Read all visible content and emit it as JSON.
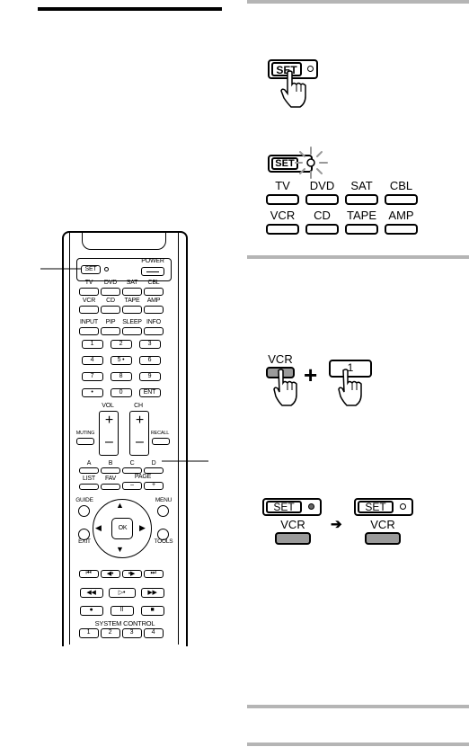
{
  "remote": {
    "set": "SET",
    "power": "POWER",
    "row1": [
      "TV",
      "DVD",
      "SAT",
      "CBL"
    ],
    "row2": [
      "VCR",
      "CD",
      "TAPE",
      "AMP"
    ],
    "row3": [
      "INPUT",
      "PIP",
      "SLEEP",
      "INFO"
    ],
    "num1": [
      "1",
      "2",
      "3"
    ],
    "num2": [
      "4",
      "5 •",
      "6"
    ],
    "num3": [
      "7",
      "8",
      "9"
    ],
    "num4": [
      "•",
      "0",
      "ENT"
    ],
    "vol": "VOL",
    "ch": "CH",
    "plus": "+",
    "minus": "–",
    "muting": "MUTING",
    "recall": "RECALL",
    "abcd": [
      "A",
      "B",
      "C",
      "D"
    ],
    "list": "LIST",
    "fav": "FAV",
    "page": "PAGE",
    "guide": "GUIDE",
    "menu": "MENU",
    "ok": "OK",
    "exit": "EXIT",
    "tools": "TOOLS",
    "transport1": [
      "⏮",
      "◀•",
      "•▶",
      "⏭"
    ],
    "transport2": [
      "◀◀",
      "▷•",
      "▶▶"
    ],
    "transport3": [
      "●",
      "II",
      "■"
    ],
    "system_control": "SYSTEM CONTROL",
    "sys": [
      "1",
      "2",
      "3",
      "4"
    ]
  },
  "step1": {
    "set_label": "SET"
  },
  "step2": {
    "set_label": "SET",
    "row1": [
      "TV",
      "DVD",
      "SAT",
      "CBL"
    ],
    "row2": [
      "VCR",
      "CD",
      "TAPE",
      "AMP"
    ]
  },
  "step3": {
    "vcr_label": "VCR",
    "plus_sign": "+",
    "one_label": "1"
  },
  "step4": {
    "set_left": "SET",
    "vcr_left": "VCR",
    "arrow": "➔",
    "set_right": "SET",
    "vcr_right": "VCR"
  }
}
